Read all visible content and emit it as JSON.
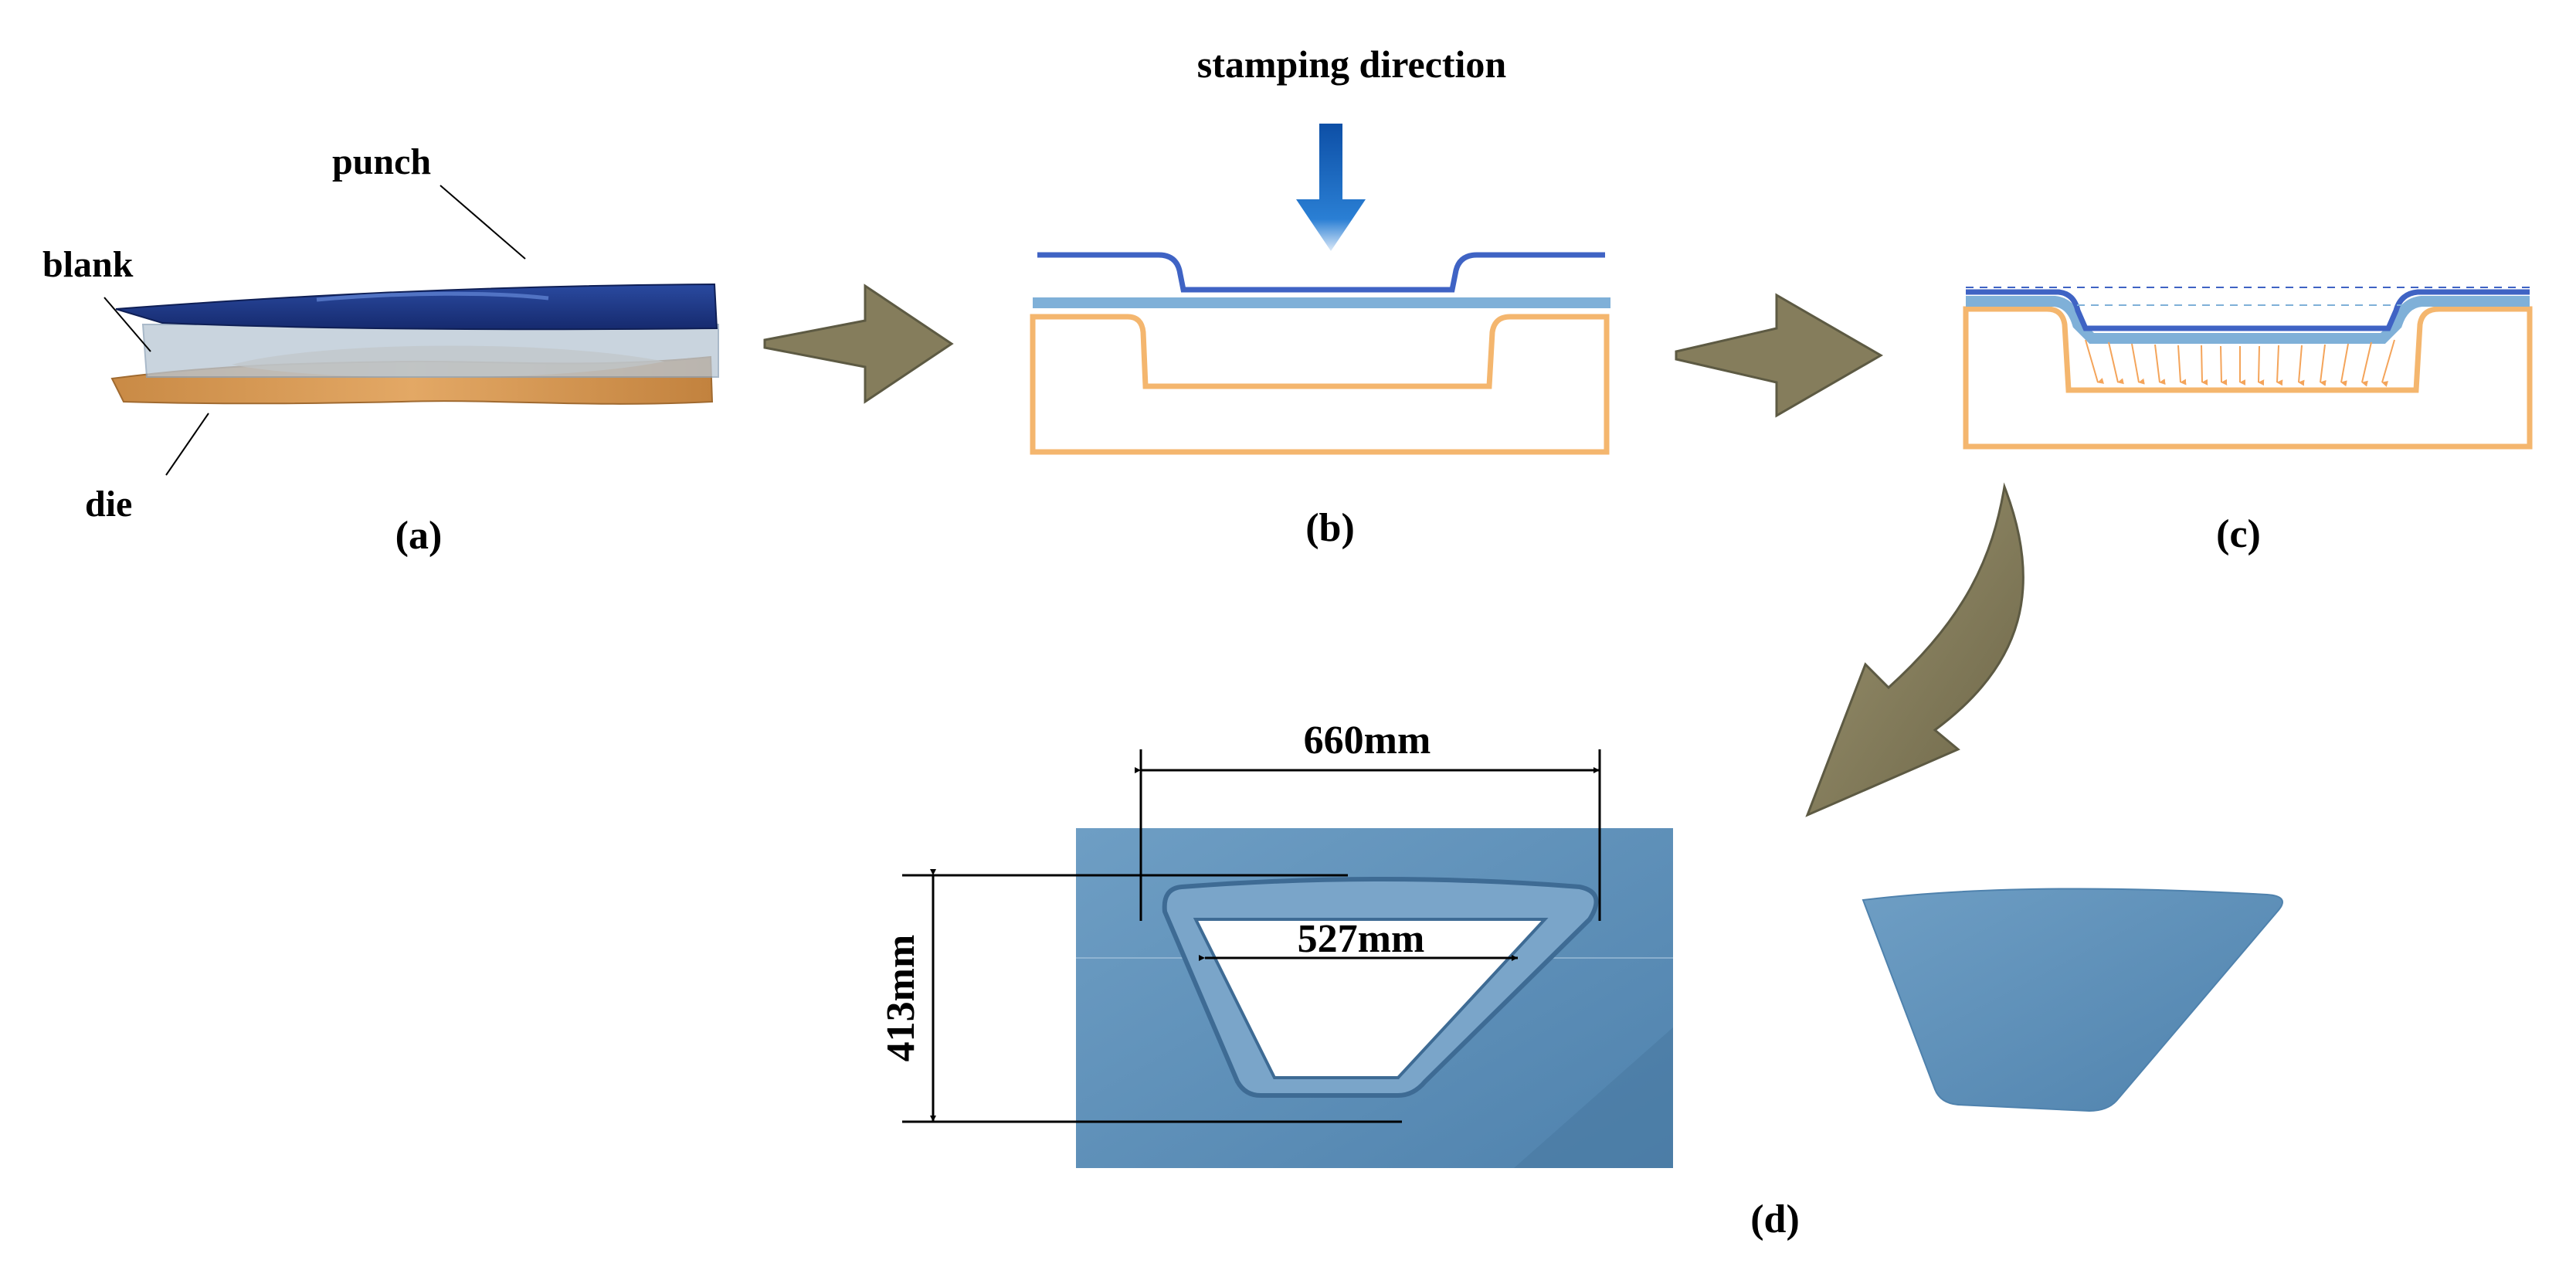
{
  "labels": {
    "punch": "punch",
    "blank": "blank",
    "die": "die",
    "stamping_direction": "stamping direction"
  },
  "panels": {
    "a": "(a)",
    "b": "(b)",
    "c": "(c)",
    "d": "(d)"
  },
  "dimensions": {
    "outer_width": "660mm",
    "inner_width": "527mm",
    "height": "413mm"
  },
  "colors": {
    "punch": "#1f3a8c",
    "blank": "#7fb0d8",
    "die": "#f4b66e",
    "process_arrow": "#857d5c",
    "stamping_arrow": "#1565c0",
    "part": "#5b8fb8"
  }
}
